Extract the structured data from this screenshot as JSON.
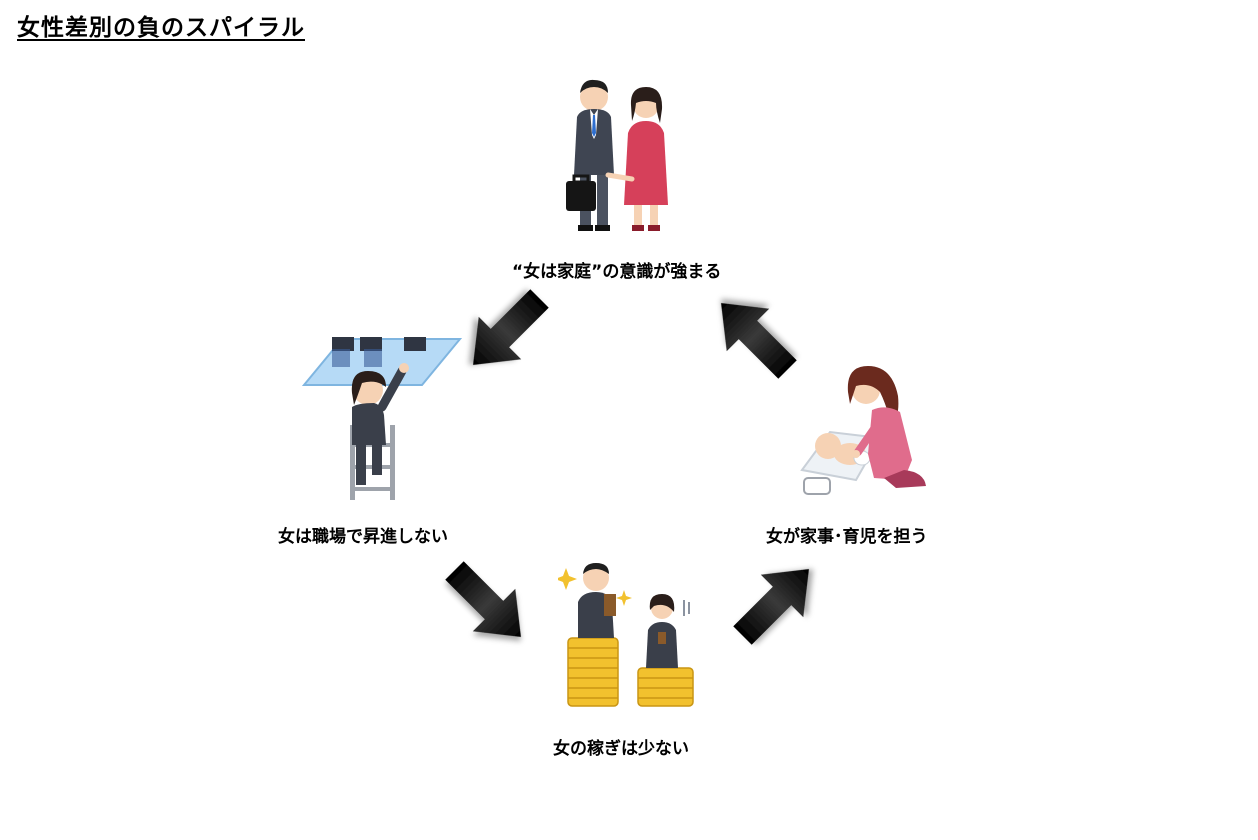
{
  "title": "女性差別の負のスパイラル",
  "nodes": [
    {
      "id": "top",
      "label": "“女は家庭”の意識が強まる",
      "icon": "couple-icon"
    },
    {
      "id": "left",
      "label": "女は職場で昇進しない",
      "icon": "glass-ceiling-icon"
    },
    {
      "id": "bottom",
      "label": "女の稼ぎは少ない",
      "icon": "income-gap-icon"
    },
    {
      "id": "right",
      "label": "女が家事･育児を担う",
      "icon": "diaper-change-icon"
    }
  ],
  "arrows": [
    {
      "from": "top",
      "to": "left"
    },
    {
      "from": "left",
      "to": "bottom"
    },
    {
      "from": "bottom",
      "to": "right"
    },
    {
      "from": "right",
      "to": "top"
    }
  ],
  "colors": {
    "arrow": "#111111",
    "suit": "#3a3f4a",
    "dress": "#d6405a",
    "coin": "#f2c12e",
    "sweater": "#e06c8c"
  }
}
